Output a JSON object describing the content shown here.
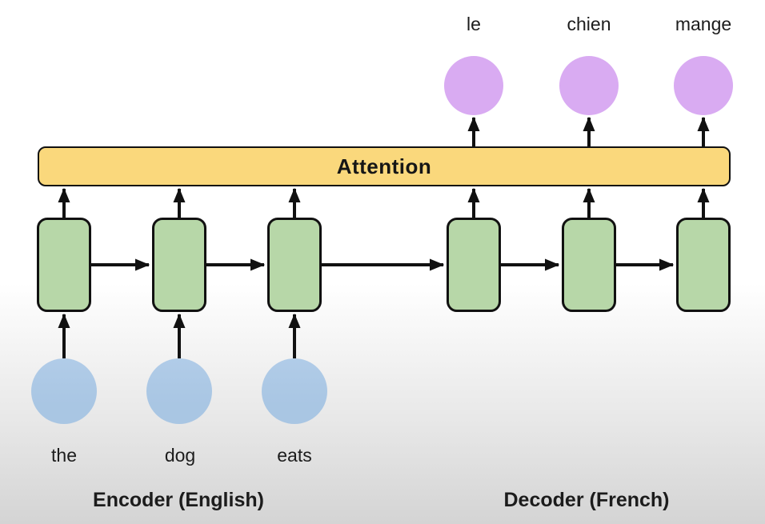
{
  "diagram": {
    "attention": {
      "label": "Attention"
    },
    "encoder": {
      "section_label": "Encoder (English)",
      "inputs": [
        "the",
        "dog",
        "eats"
      ]
    },
    "decoder": {
      "section_label": "Decoder (French)",
      "outputs": [
        "le",
        "chien",
        "mange"
      ]
    },
    "structure_note": "3 encoder RNN cells and 3 decoder RNN cells connected left-to-right; each cell feeds up into the Attention bar; the Attention bar feeds up into the 3 decoder output tokens; the 3 input tokens feed up into the encoder cells"
  },
  "colors": {
    "attention_fill": "#fad87c",
    "state_fill": "#b7d7a8",
    "input_fill": "#a9c6e3",
    "output_fill": "#d9abf2",
    "stroke": "#111111",
    "background_top": "#ffffff",
    "background_bottom": "#d4d4d4"
  }
}
